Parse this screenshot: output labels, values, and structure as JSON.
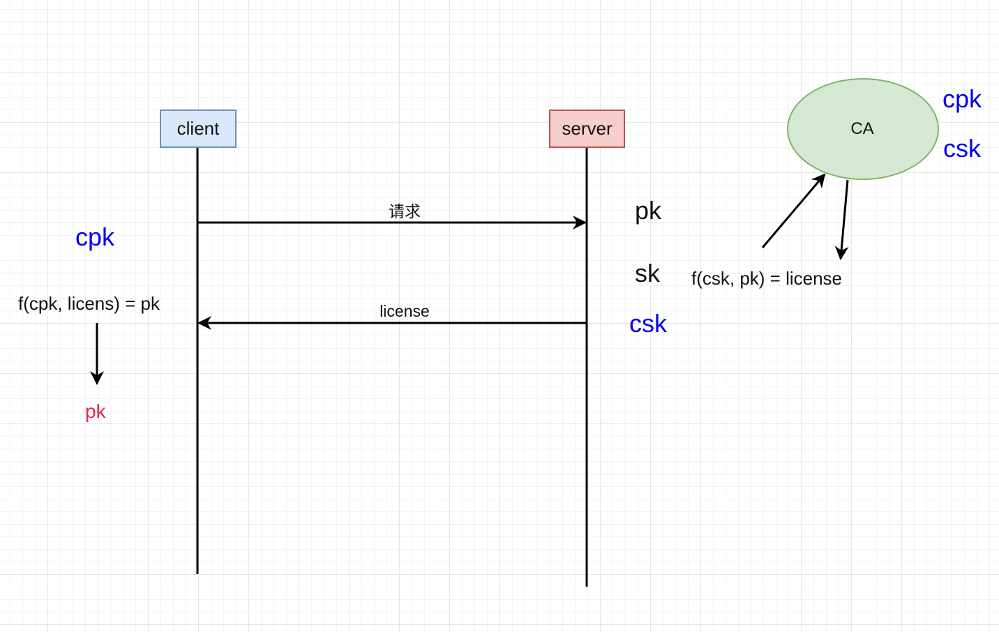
{
  "actors": {
    "client": "client",
    "server": "server",
    "ca": "CA"
  },
  "messages": {
    "request": "请求",
    "response": "license"
  },
  "client_side": {
    "key": "cpk",
    "formula": "f(cpk, licens) = pk",
    "result": "pk"
  },
  "server_side": {
    "pk": "pk",
    "sk": "sk",
    "csk": "csk"
  },
  "ca_side": {
    "cpk": "cpk",
    "csk": "csk",
    "formula": "f(csk, pk) = license"
  },
  "colors": {
    "client_fill": "#dae8fc",
    "client_border": "#6c8ebf",
    "server_fill": "#f8cecc",
    "server_border": "#b85450",
    "ca_fill": "#d5e8d4",
    "ca_border": "#82b366",
    "key_blue": "#0000ee",
    "result_red": "#e8264e"
  }
}
